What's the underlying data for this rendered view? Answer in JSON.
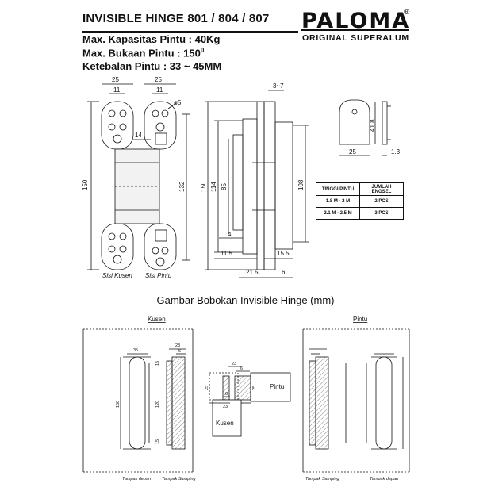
{
  "header": {
    "title": "INVISIBLE HINGE 801 / 804 / 807",
    "specs": [
      "Max. Kapasitas Pintu : 40Kg",
      "Max. Bukaan Pintu : 150",
      "Ketebalan Pintu : 33 ~ 45MM"
    ],
    "spec2_sup": "0",
    "brand": "PALOMA",
    "brand_reg": "®",
    "brand_sub": "ORIGINAL SUPERALUM"
  },
  "front_view": {
    "dims": [
      "25",
      "11",
      "25",
      "11",
      "ø5",
      "14",
      "150",
      "132"
    ],
    "labels": [
      "Sisi Kusen",
      "Sisi Pintu"
    ]
  },
  "side_view": {
    "dims": [
      "3~7",
      "150",
      "114",
      "85",
      "108",
      "4",
      "11.5",
      "15.5",
      "21.5",
      "6"
    ]
  },
  "plate_view": {
    "dims": [
      "41.8",
      "25",
      "1.3"
    ]
  },
  "spec_table": {
    "headers": [
      "TINGGI PINTU",
      "JUMLAH ENGSEL"
    ],
    "rows": [
      [
        "1.8 M - 2 M",
        "2 PCS"
      ],
      [
        "2.1 M - 2.5 M",
        "3 PCS"
      ]
    ]
  },
  "caption": "Gambar Bobokan Invisible Hinge (mm)",
  "cutout": {
    "kusen_label": "Kusen",
    "pintu_label": "Pintu",
    "dims": [
      "35",
      "23",
      "6",
      "15",
      "120",
      "150",
      "15",
      "25",
      "23",
      "6",
      "25",
      "6",
      "23",
      "Pintu",
      "Kusen"
    ],
    "view_labels": [
      "Tampak depan",
      "Tampak Samping",
      "Tampak Samping",
      "Tampak depan"
    ]
  }
}
